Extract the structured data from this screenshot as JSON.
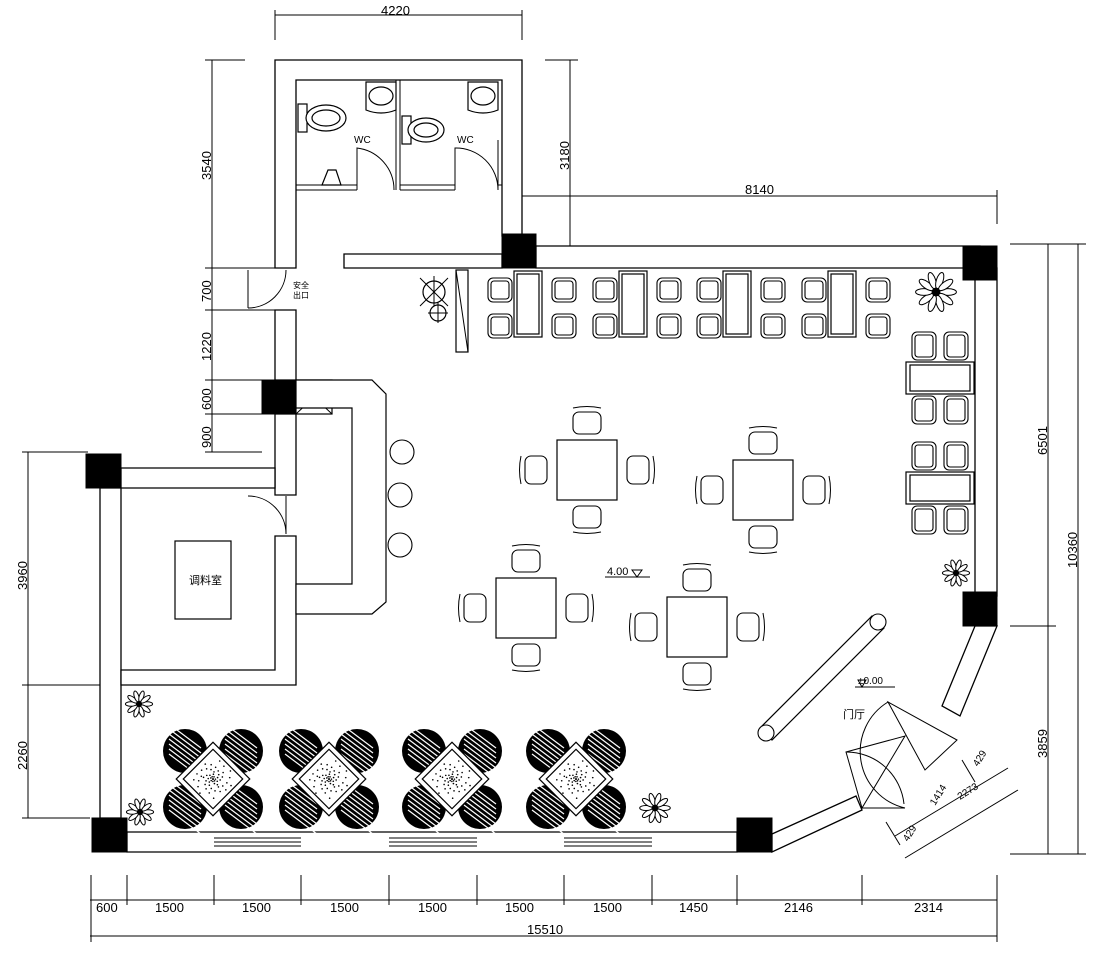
{
  "rooms": {
    "wc_left": "WC",
    "wc_right": "WC",
    "side_exit": "安全\n出口",
    "prep_room": "调料室",
    "lobby": "门厅"
  },
  "levels": {
    "floor": "4.00",
    "entrance": "±0.00"
  },
  "dimensions": {
    "top": [
      "4220"
    ],
    "top_right": [
      "8140"
    ],
    "left_top": [
      "3540"
    ],
    "wc_right_height": [
      "3180"
    ],
    "left_column": [
      "700",
      "1220",
      "600",
      "900"
    ],
    "left_outer": [
      "3960",
      "2260"
    ],
    "right_outer": [
      "6501",
      "3859"
    ],
    "right_total": [
      "10360"
    ],
    "bottom": [
      "600",
      "1500",
      "1500",
      "1500",
      "1500",
      "1500",
      "1500",
      "1450",
      "2146",
      "2314"
    ],
    "bottom_total": [
      "15510"
    ],
    "door": [
      "429",
      "1414",
      "2273",
      "429"
    ]
  },
  "colors": {
    "line": "#000000",
    "background": "#ffffff"
  },
  "icons": [
    "plant-icon",
    "toilet-icon",
    "sink-icon",
    "fan-icon"
  ]
}
